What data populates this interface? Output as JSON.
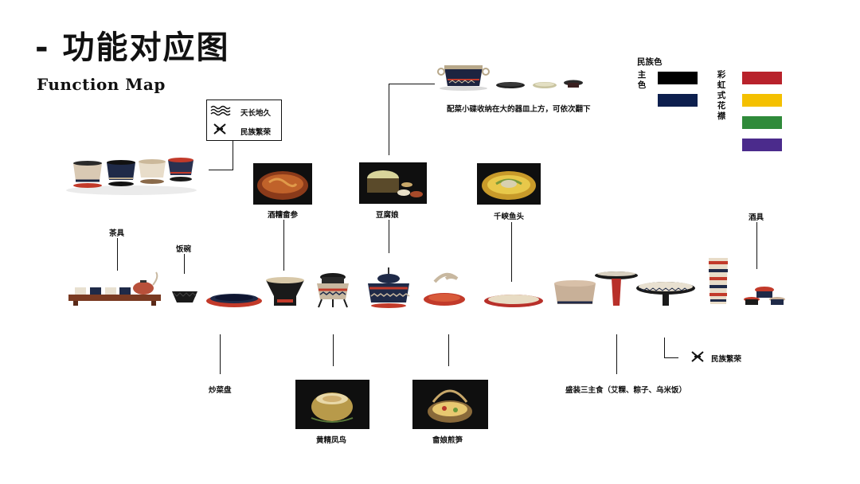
{
  "header": {
    "title": "- 功能对应图",
    "subtitle": "Function  Map"
  },
  "legend": {
    "items": [
      {
        "icon": "wave-pattern-icon",
        "label": "天长地久"
      },
      {
        "icon": "ethnic-knot-pattern-icon",
        "label": "民族繁荣"
      }
    ]
  },
  "palette": {
    "heading": "民族色",
    "main_label": "主色",
    "main_colors": [
      "#000000",
      "#0d1f4e"
    ],
    "stripe_label": "彩虹式花襟",
    "stripe_colors": [
      "#b8222b",
      "#f4c000",
      "#2f8a3a",
      "#4b2b8c"
    ]
  },
  "annotations": {
    "tea_set": "茶具",
    "rice_bowl": "饭碗",
    "jiuzao_sheshen": "酒糟畲参",
    "tofu_niang": "豆腐娘",
    "qianxia_yutou": "千峡鱼头",
    "wine_set": "酒具",
    "stir_fry_plate": "炒菜盘",
    "huangjing_fengniao": "黄精凤鸟",
    "shenniang_jiansun": "畲娘煎笋",
    "staples": "盛装三主食（艾粿、粽子、乌米饭）",
    "side_dish_note": "配菜小碟收纳在大的器皿上方，可依次翻下",
    "ethnic_prosperity": "民族繁荣"
  }
}
